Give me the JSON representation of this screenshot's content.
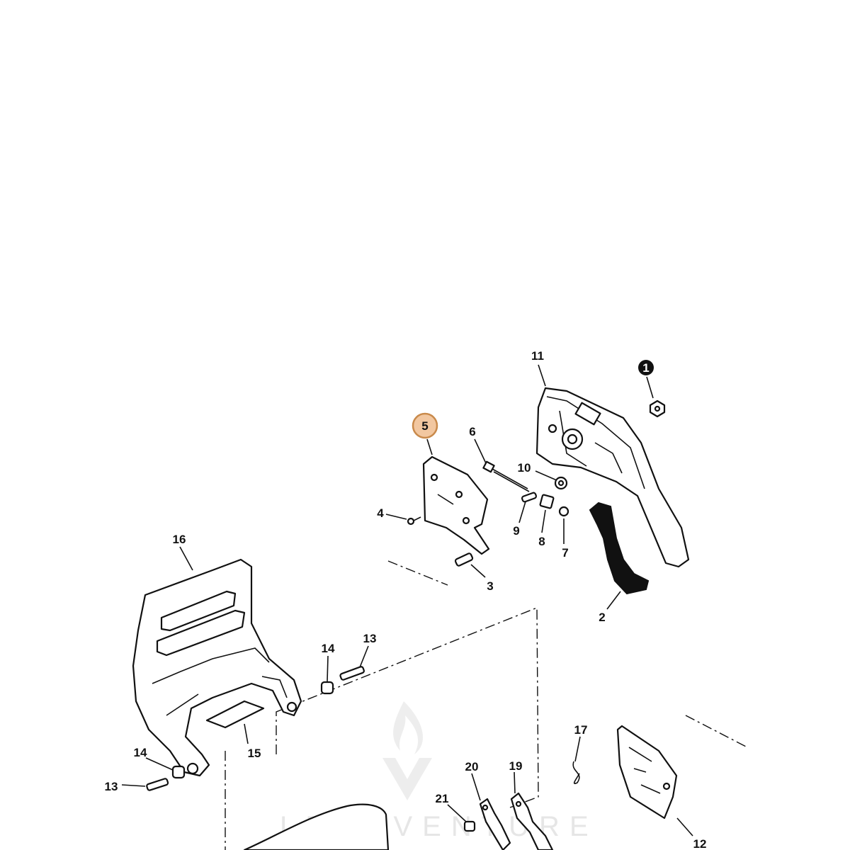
{
  "watermark": {
    "text": "LEADVENTURE"
  },
  "highlight_color": "#f2c7a0",
  "highlight_stroke": "#c98a4b",
  "callouts": {
    "c1": "1",
    "c2": "2",
    "c3": "3",
    "c4": "4",
    "c5": "5",
    "c6": "6",
    "c7": "7",
    "c8": "8",
    "c9": "9",
    "c10": "10",
    "c11": "11",
    "c12": "12",
    "c13a": "13",
    "c13b": "13",
    "c14a": "14",
    "c14b": "14",
    "c15": "15",
    "c16": "16",
    "c17": "17",
    "c19": "19",
    "c20": "20",
    "c21": "21"
  }
}
